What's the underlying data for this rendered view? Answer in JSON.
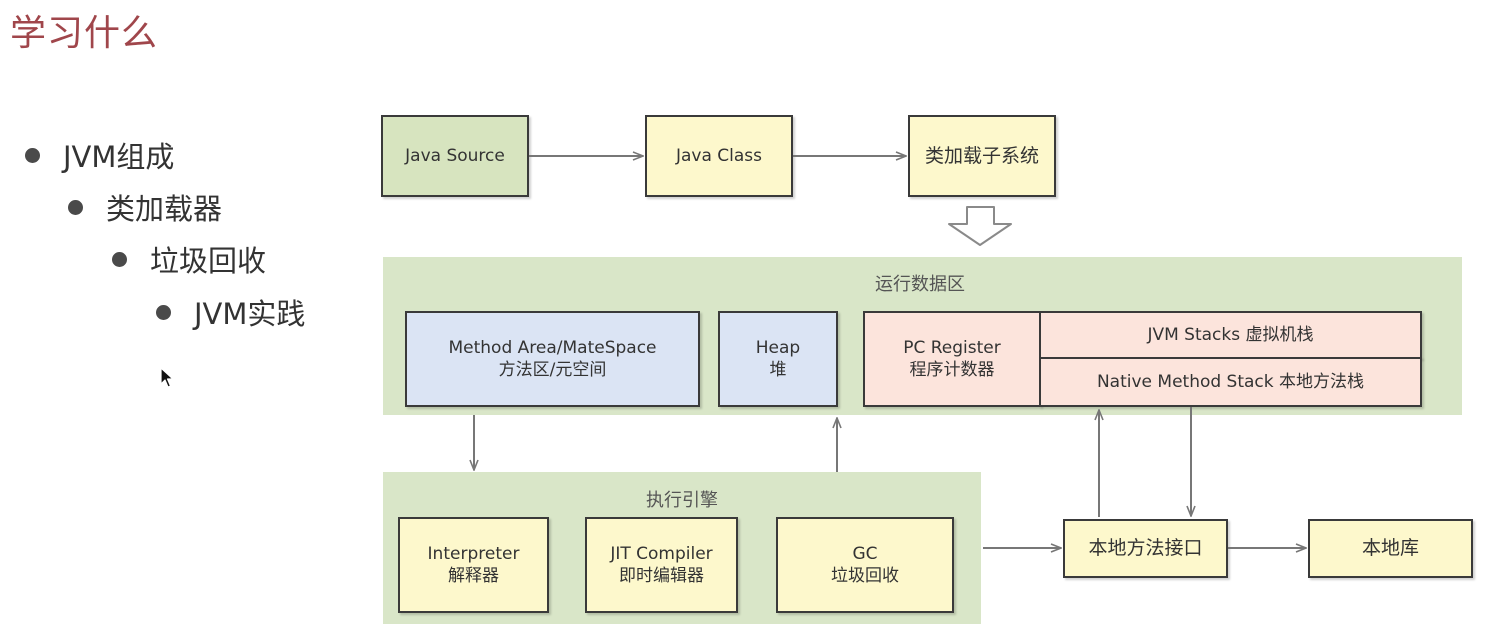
{
  "page": {
    "title": "学习什么"
  },
  "outline": [
    {
      "text": "JVM组成"
    },
    {
      "text": "类加载器"
    },
    {
      "text": "垃圾回收"
    },
    {
      "text": "JVM实践"
    }
  ],
  "diagram": {
    "java_source": "Java Source",
    "java_class": "Java Class",
    "class_loader": "类加载子系统",
    "runtime_area": {
      "label": "运行数据区",
      "method_area": {
        "line1": "Method Area/MateSpace",
        "line2": "方法区/元空间"
      },
      "heap": {
        "line1": "Heap",
        "line2": "堆"
      },
      "pc_register": {
        "line1": "PC Register",
        "line2": "程序计数器"
      },
      "jvm_stacks": "JVM Stacks 虚拟机栈",
      "native_stack": "Native Method Stack 本地方法栈"
    },
    "execution_engine": {
      "label": "执行引擎",
      "interpreter": {
        "line1": "Interpreter",
        "line2": "解释器"
      },
      "jit": {
        "line1": "JIT Compiler",
        "line2": "即时编辑器"
      },
      "gc": {
        "line1": "GC",
        "line2": "垃圾回收"
      }
    },
    "native_interface": "本地方法接口",
    "native_library": "本地库"
  },
  "colors": {
    "title": "#a0464b",
    "region": "#d9e6c8",
    "green_box": "#d7e4bf",
    "yellow_box": "#fdf8cc",
    "blue_box": "#dbe4f4",
    "pink_box": "#fce4dc"
  },
  "icons": {
    "cursor": "mouse-pointer-icon"
  }
}
